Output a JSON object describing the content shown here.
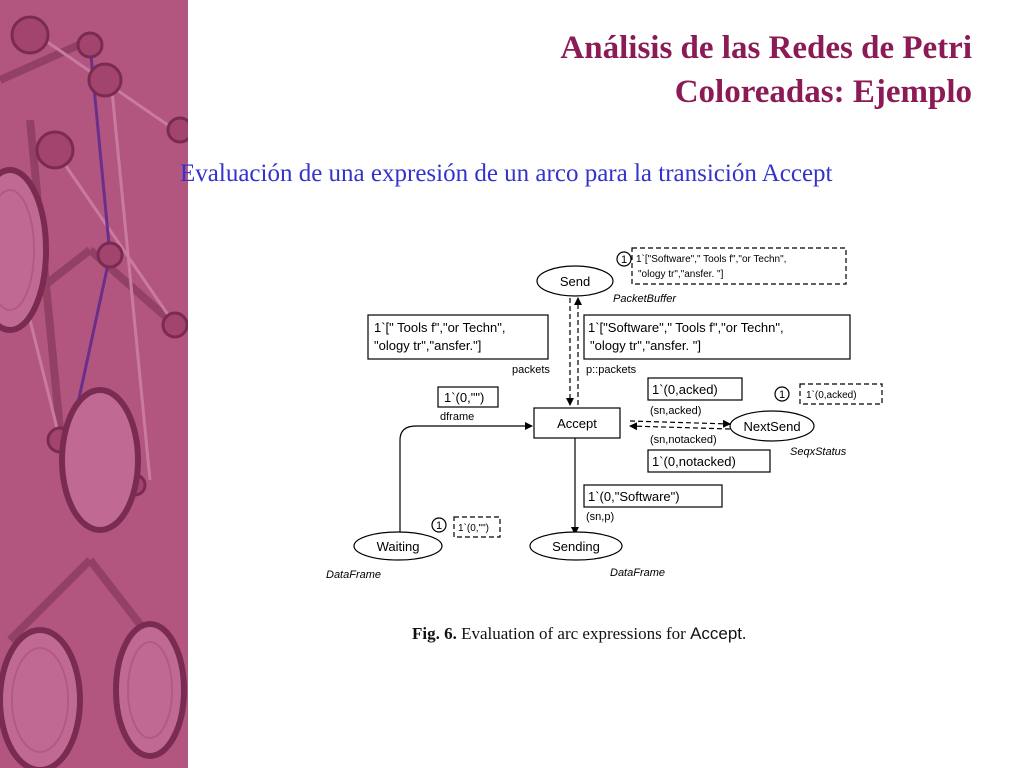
{
  "slide": {
    "title_line1": "Análisis de las Redes de Petri",
    "title_line2": "Coloreadas: Ejemplo",
    "subtitle": "Evaluación de una expresión de un arco para la transición Accept"
  },
  "diagram": {
    "places": {
      "send": {
        "name": "Send",
        "type": "PacketBuffer"
      },
      "next_send": {
        "name": "NextSend",
        "type": "SeqxStatus"
      },
      "waiting": {
        "name": "Waiting",
        "type": "DataFrame"
      },
      "sending": {
        "name": "Sending",
        "type": "DataFrame"
      }
    },
    "transition": "Accept",
    "tokens": {
      "send_count": "1",
      "send_marking_l1": "1`[\"Software\",\" Tools f\",\"or Techn\",",
      "send_marking_l2": "\"ology tr\",\"ansfer. \"]",
      "next_send_count": "1",
      "next_send_marking": "1`(0,acked)",
      "waiting_count": "1",
      "waiting_marking": "1`(0,\"\")"
    },
    "bindings": {
      "packets_l1": "1`[\" Tools f\",\"or Techn\",",
      "packets_l2": "\"ology tr\",\"ansfer.\"]",
      "p_packets_l1": "1`[\"Software\",\" Tools f\",\"or Techn\",",
      "p_packets_l2": "\"ology tr\",\"ansfer. \"]",
      "dframe_value": "1`(0,\"\")",
      "acked_value": "1`(0,acked)",
      "notacked_value": "1`(0,notacked)",
      "software_value": "1`(0,\"Software\")"
    },
    "arc_labels": {
      "packets": "packets",
      "p_packets": "p::packets",
      "dframe": "dframe",
      "sn_acked": "(sn,acked)",
      "sn_notacked": "(sn,notacked)",
      "sn_p": "(sn,p)"
    }
  },
  "caption": {
    "label": "Fig. 6.",
    "text": "Evaluation of arc expressions for",
    "term": "Accept",
    "end": "."
  }
}
